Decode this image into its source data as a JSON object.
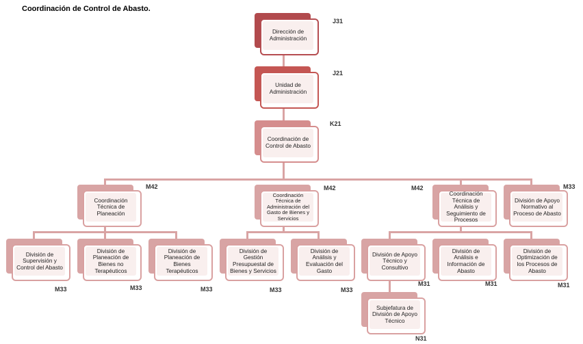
{
  "title": "Coordinación de Control de Abasto.",
  "nodes": {
    "direccion": {
      "label": "Dirección de Administración",
      "level": "J31"
    },
    "unidad": {
      "label": "Unidad de Administración",
      "level": "J21"
    },
    "coordinacion": {
      "label": "Coordinación de Control de Abasto",
      "level": "K21"
    },
    "ct_planeacion": {
      "label": "Coordinación Técnica de Planeación",
      "level": "M42"
    },
    "ct_admin_gasto": {
      "label": "Coordinación Técnica de Administración del Gasto de Bienes y Servicios",
      "level": "M42"
    },
    "ct_analisis": {
      "label": "Coordinación Técnica de Análisis y Seguimiento de Procesos",
      "level": "M42"
    },
    "div_apoyo_normativo": {
      "label": "División de Apoyo Normativo al Proceso de Abasto",
      "level": "M33"
    },
    "div_supervision": {
      "label": "División de Supervisión y Control del Abasto",
      "level": "M33"
    },
    "div_plan_no_ter": {
      "label": "División de Planeación de Bienes no Terapéuticos",
      "level": "M33"
    },
    "div_plan_ter": {
      "label": "División de Planeación de Bienes Terapéuticos",
      "level": "M33"
    },
    "div_gestion": {
      "label": "División de Gestión Presupuestal de Bienes y Servicios",
      "level": "M33"
    },
    "div_analisis_gasto": {
      "label": "División de Análisis y Evaluación del Gasto",
      "level": "M33"
    },
    "div_apoyo_tecnico": {
      "label": "División de Apoyo Técnico y Consultivo",
      "level": "M31"
    },
    "div_analisis_info": {
      "label": "División de Análisis e Información de Abasto",
      "level": "M31"
    },
    "div_optimizacion": {
      "label": "División de Optimización de los Procesos de Abasto",
      "level": "M31"
    },
    "subjefatura": {
      "label": "Subjefatura de División de Apoyo Técnico",
      "level": "N31"
    }
  }
}
